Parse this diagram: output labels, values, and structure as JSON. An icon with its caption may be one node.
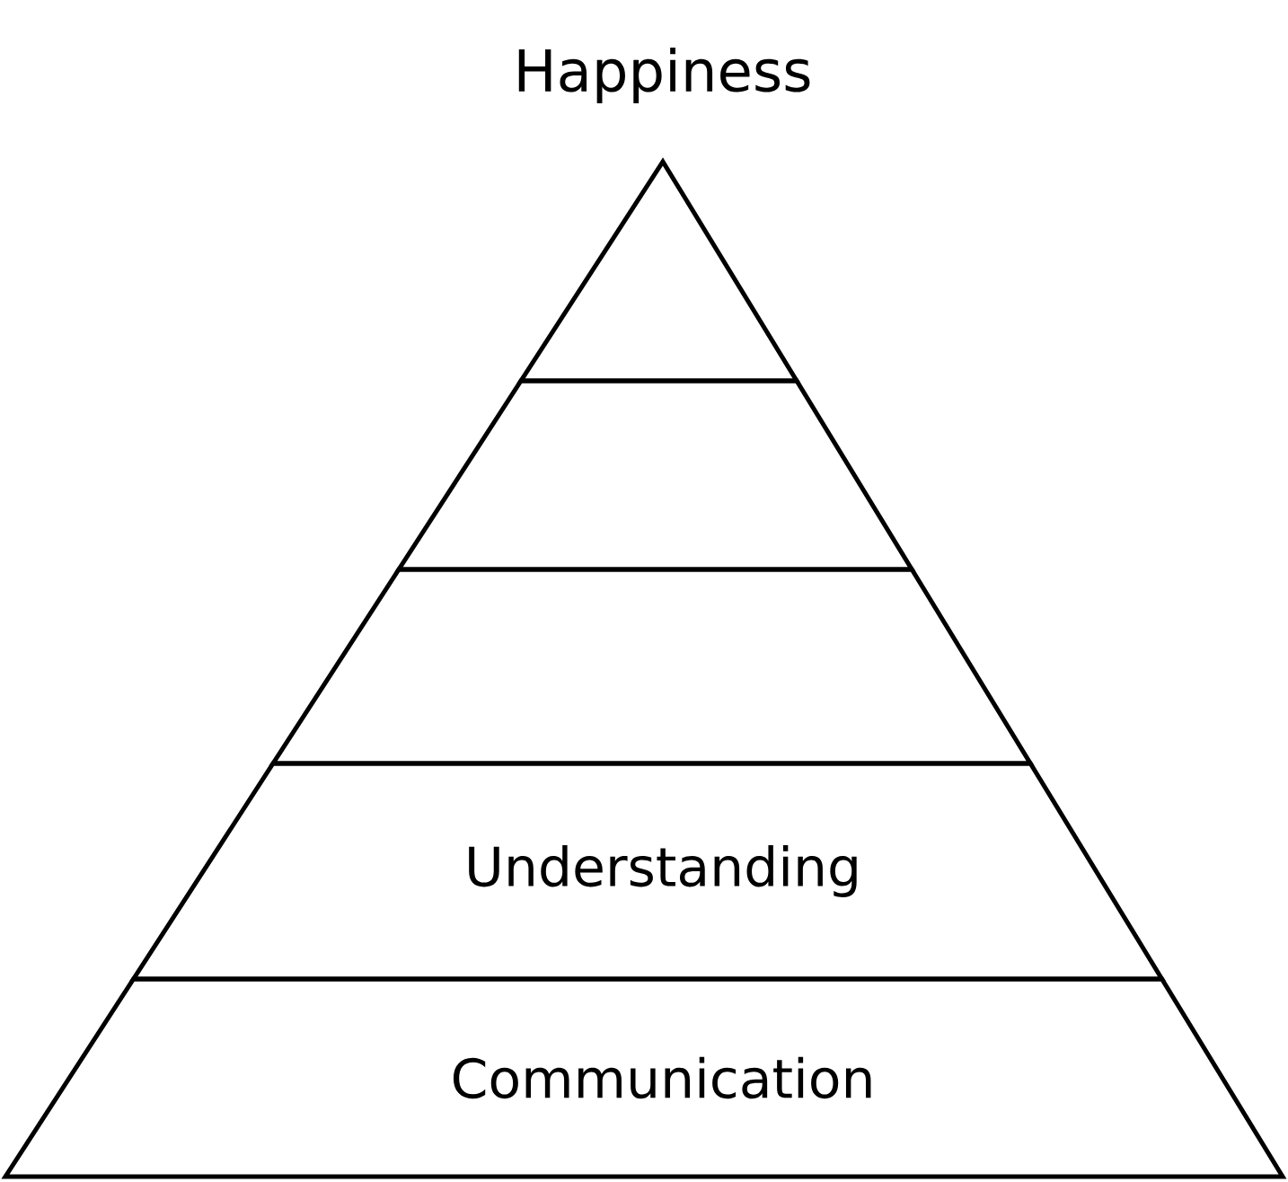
{
  "diagram": {
    "title": "Happiness",
    "nodes": [
      {
        "text": [],
        "shape": "triangle"
      },
      {
        "text": [],
        "shape": "band"
      },
      {
        "text": [],
        "shape": "band"
      },
      {
        "text": [
          "Understanding"
        ]
      },
      {
        "text": [
          "Communication"
        ]
      }
    ]
  }
}
